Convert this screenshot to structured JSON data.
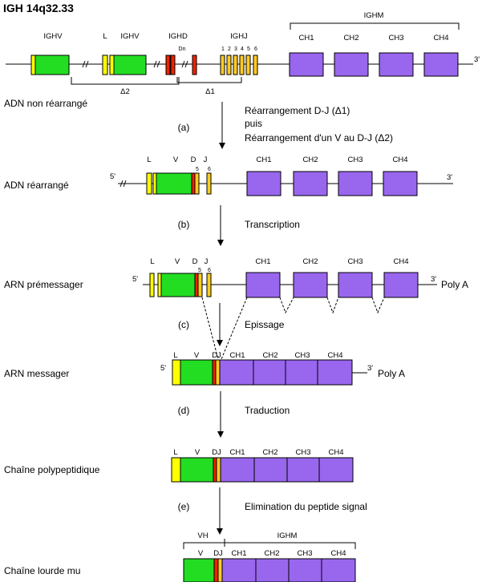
{
  "title": "IGH 14q32.33",
  "colors": {
    "v": "#22dd22",
    "l": "#ffff00",
    "d": "#ee2200",
    "j": "#ffcc22",
    "c": "#9966ee",
    "line": "#000000"
  },
  "steps": [
    {
      "label": "(a)",
      "text": [
        "Réarrangement D-J (Δ1)",
        "puis",
        "Réarrangement  d'un V au D-J (Δ2)"
      ]
    },
    {
      "label": "(b)",
      "text": [
        "Transcription"
      ]
    },
    {
      "label": "(c)",
      "text": [
        "Epissage"
      ]
    },
    {
      "label": "(d)",
      "text": [
        "Traduction"
      ]
    },
    {
      "label": "(e)",
      "text": [
        "Elimination du peptide signal"
      ]
    }
  ],
  "stages": {
    "genomic": {
      "name": "ADN non réarrangé",
      "ighv": "IGHV",
      "l": "L",
      "ighd": "IGHD",
      "dn": "Dn",
      "ighj": "IGHJ",
      "j_numbers": [
        "1",
        "2",
        "3",
        "4",
        "5",
        "6"
      ],
      "ighm": "IGHM",
      "constant": [
        "CH1",
        "CH2",
        "CH3",
        "CH4"
      ],
      "delta2": "Δ2",
      "delta1": "Δ1",
      "end3": "3'"
    },
    "rearranged_dna": {
      "name": "ADN réarrangé",
      "end5": "5'",
      "end3": "3'",
      "l": "L",
      "v": "V",
      "d": "D",
      "j": "J",
      "j5": "5",
      "j6": "6",
      "constant": [
        "CH1",
        "CH2",
        "CH3",
        "CH4"
      ]
    },
    "pre_mrna": {
      "name": "ARN prémessager",
      "end5": "5'",
      "end3": "3'",
      "l": "L",
      "v": "V",
      "d": "D",
      "j": "J",
      "j5": "5",
      "j6": "6",
      "constant": [
        "CH1",
        "CH2",
        "CH3",
        "CH4"
      ],
      "polya": "Poly A"
    },
    "mrna": {
      "name": "ARN messager",
      "end5": "5'",
      "end3": "3'",
      "l": "L",
      "v": "V",
      "dj": "DJ",
      "constant": [
        "CH1",
        "CH2",
        "CH3",
        "CH4"
      ],
      "polya": "Poly A"
    },
    "polypeptide": {
      "name": "Chaîne polypeptidique",
      "l": "L",
      "v": "V",
      "dj": "DJ",
      "constant": [
        "CH1",
        "CH2",
        "CH3",
        "CH4"
      ]
    },
    "heavy_chain": {
      "name": "Chaîne lourde mu",
      "vh": "VH",
      "ighm": "IGHM",
      "v": "V",
      "dj": "DJ",
      "constant": [
        "CH1",
        "CH2",
        "CH3",
        "CH4"
      ]
    }
  }
}
